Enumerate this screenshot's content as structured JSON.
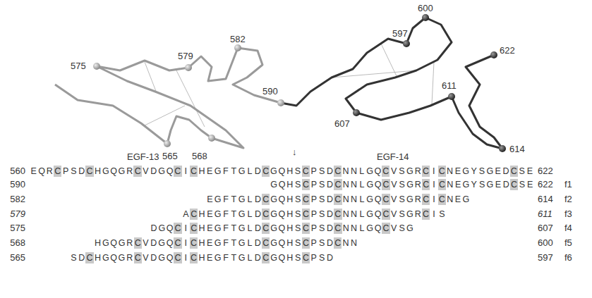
{
  "diagram": {
    "labels": [
      "575",
      "579",
      "582",
      "590",
      "565",
      "568",
      "597",
      "600",
      "622",
      "607",
      "611",
      "614",
      "EGF-13",
      "↓",
      "EGF-14",
      "560",
      "EQRCPSDCHGQGRCVDGQCICHEGFTGLDCGQHSCPSDCNNLGQCVSGRCICNEGYSGEDCSE",
      "622",
      "590",
      "GQHSCPSDCNNLGQCVSGRCICNEGYSGEDCSE",
      "622",
      "f1",
      "582",
      "EGFTGLDCGQHSCPSDCNNLGQCVSGRCICNEG",
      "614",
      "f2",
      "579",
      "ACHEGFTGLDCGQHSCPSDCNNLGQCVSGRCIS",
      "611",
      "f3",
      "575",
      "DGQCICHEGFTGLDCGQHSCPSDCNNLGQCVSG",
      "607",
      "f4",
      "568",
      "HGQGRCVDGQCICHEGFTGLDCGQHSCPSDCNN",
      "600",
      "f5",
      "565",
      "SDCHGQGRCVDGQCICHEGFTGLDCGQHSCPSD",
      "597",
      "f6"
    ]
  }
}
